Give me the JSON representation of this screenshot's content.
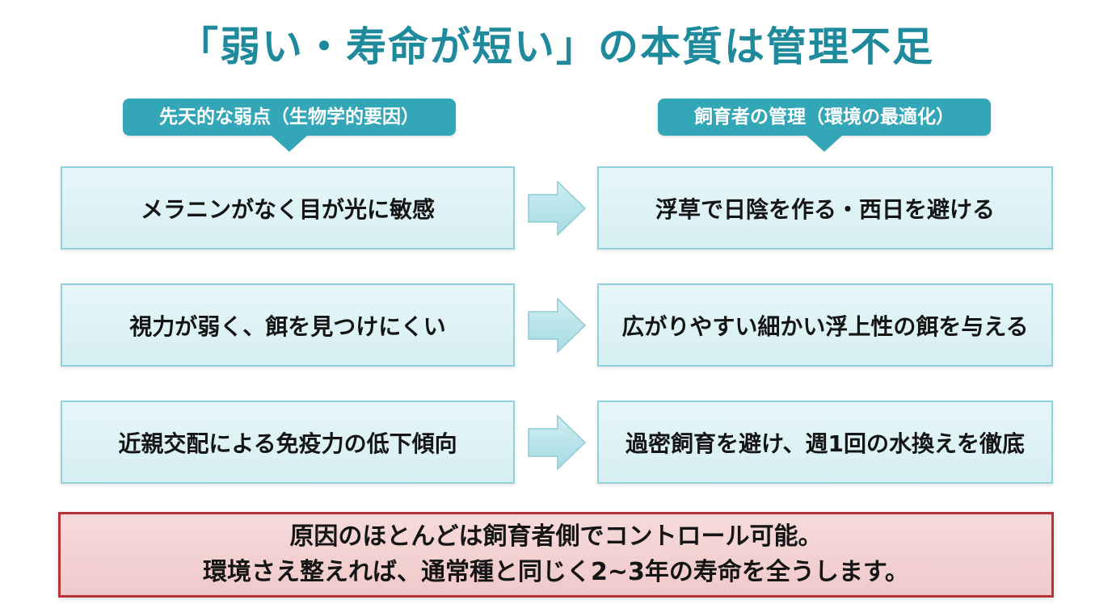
{
  "title": "「弱い・寿命が短い」の本質は管理不足",
  "headers": {
    "left": "先天的な弱点（生物学的要因）",
    "right": "飼育者の管理（環境の最適化）"
  },
  "rows": [
    {
      "cause": "メラニンがなく目が光に敏感",
      "solution": "浮草で日陰を作る・西日を避ける"
    },
    {
      "cause": "視力が弱く、餌を見つけにくい",
      "solution": "広がりやすい細かい浮上性の餌を与える"
    },
    {
      "cause": "近親交配による免疫力の低下傾向",
      "solution": "過密飼育を避け、週1回の水換えを徹底"
    }
  ],
  "conclusion": {
    "line1": "原因のほとんどは飼育者側でコントロール可能。",
    "line2": "環境さえ整えれば、通常種と同じく2~3年の寿命を全うします。"
  },
  "colors": {
    "title": "#1f8a9c",
    "header_bg": "#33a6b8",
    "box_bg": "#e6f6f8",
    "box_border": "#8fd0da",
    "arrow": "#b9e3ea",
    "conclusion_border": "#b8323a",
    "conclusion_bg": "#f6dada"
  },
  "icons": {
    "arrow": "arrow-right-icon"
  }
}
